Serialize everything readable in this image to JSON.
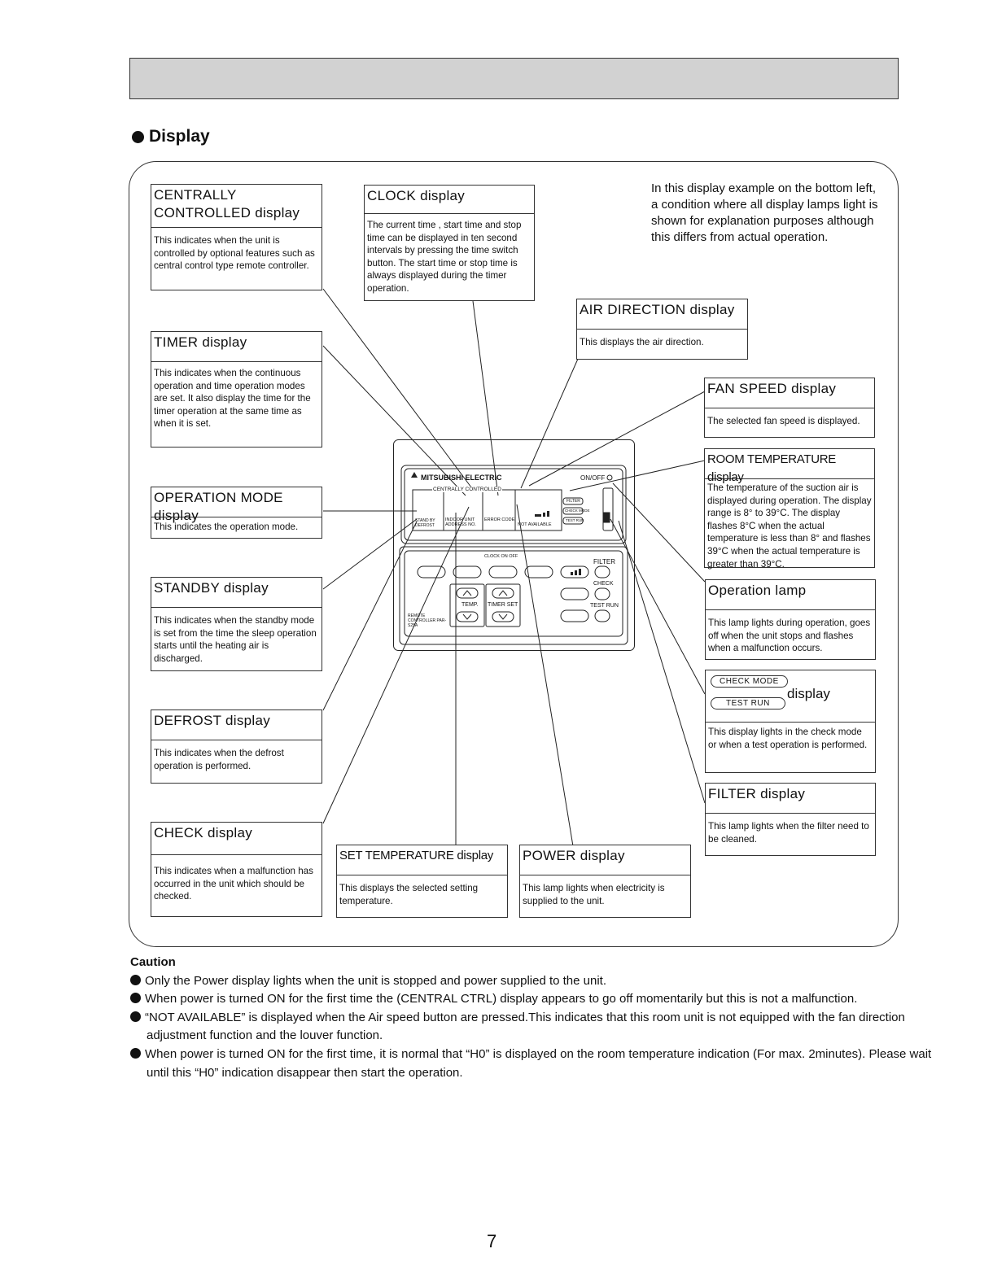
{
  "section": {
    "title": "Display"
  },
  "intro": "In this display example on the bottom left, a condition where all display lamps light is shown for explanation purposes although this differs from actual operation.",
  "callouts": {
    "central": {
      "title": "CENTRALLY CONTROLLED display",
      "body": "This indicates when the unit is controlled by optional features such as central control type remote controller."
    },
    "clock": {
      "title": "CLOCK display",
      "body": "The current time , start time and stop time can be displayed in ten second intervals by pressing the time switch button. The start time or stop time is always displayed during the timer operation."
    },
    "air": {
      "title": "AIR DIRECTION display",
      "body": "This displays the air direction."
    },
    "timer": {
      "title": "TIMER display",
      "body": "This indicates when the continuous operation and time operation modes are set. It also display the time for the timer operation at the same time as when it is set."
    },
    "fan": {
      "title": "FAN SPEED display",
      "body": "The selected fan speed is displayed."
    },
    "room": {
      "title": "ROOM TEMPERATURE display",
      "body": "The temperature of the suction air is displayed during operation. The display range is 8° to 39°C. The display flashes 8°C when the actual temperature is less than 8° and flashes 39°C when the actual temperature is greater than 39°C."
    },
    "opmode": {
      "title": "OPERATION MODE display",
      "body": "This indicates the operation mode."
    },
    "oplamp": {
      "title": "Operation lamp",
      "body": "This lamp lights during operation, goes off when the unit stops and flashes when a malfunction occurs."
    },
    "standby": {
      "title": "STANDBY display",
      "body": "This indicates when the standby mode is set from the time the sleep operation starts until the heating air is discharged."
    },
    "checkmode": {
      "pill1": "CHECK MODE",
      "pill2": "TEST RUN",
      "title": "display",
      "body": "This display lights in the check mode or when a test operation is performed."
    },
    "defrost": {
      "title": "DEFROST display",
      "body": "This indicates when the defrost operation is performed."
    },
    "filter": {
      "title": "FILTER display",
      "body": "This lamp lights when the filter need to be cleaned."
    },
    "check": {
      "title": "CHECK display",
      "body": "This indicates when a malfunction has occurred in the unit which should be checked."
    },
    "settemp": {
      "title": "SET TEMPERATURE display",
      "body": "This displays the selected setting temperature."
    },
    "power": {
      "title": "POWER display",
      "body": "This lamp lights when electricity is supplied to the unit."
    }
  },
  "remote": {
    "brand": "MITSUBISHI ELECTRIC",
    "onoff": "ON/OFF",
    "central": "CENTRALLY CONTROLLED",
    "indoor": "INDOOR UNIT ADDRESS NO.",
    "error": "ERROR CODE",
    "notavail": "NOT AVAILABLE",
    "filter_lamp": "FILTER",
    "check_lamp": "CHECK MODE",
    "test_lamp": "TEST RUN",
    "standby": "STAND BY DEFROST",
    "clock_on_off": "CLOCK ON OFF",
    "filter_btn": "FILTER",
    "check_btn": "CHECK",
    "testrun_btn": "TEST RUN",
    "temp_btn": "TEMP.",
    "timerset_btn": "TIMER SET",
    "model": "REMOTE CONTROLLER PAR-S25A"
  },
  "caution": {
    "heading": "Caution",
    "items": [
      "Only the Power display lights when the unit is stopped and power supplied to the unit.",
      "When power is turned ON for the first time the (CENTRAL CTRL) display appears to go off momentarily but this is not a malfunction.",
      "“NOT AVAILABLE” is displayed when the Air speed button are pressed.This indicates that this room unit is not equipped with the fan direction adjustment function and the louver function.",
      "When power is turned ON for the first time, it is normal that “H0” is displayed on the room temperature indication (For max. 2minutes). Please wait until this “H0” indication disappear then start the operation."
    ]
  },
  "page_number": "7"
}
